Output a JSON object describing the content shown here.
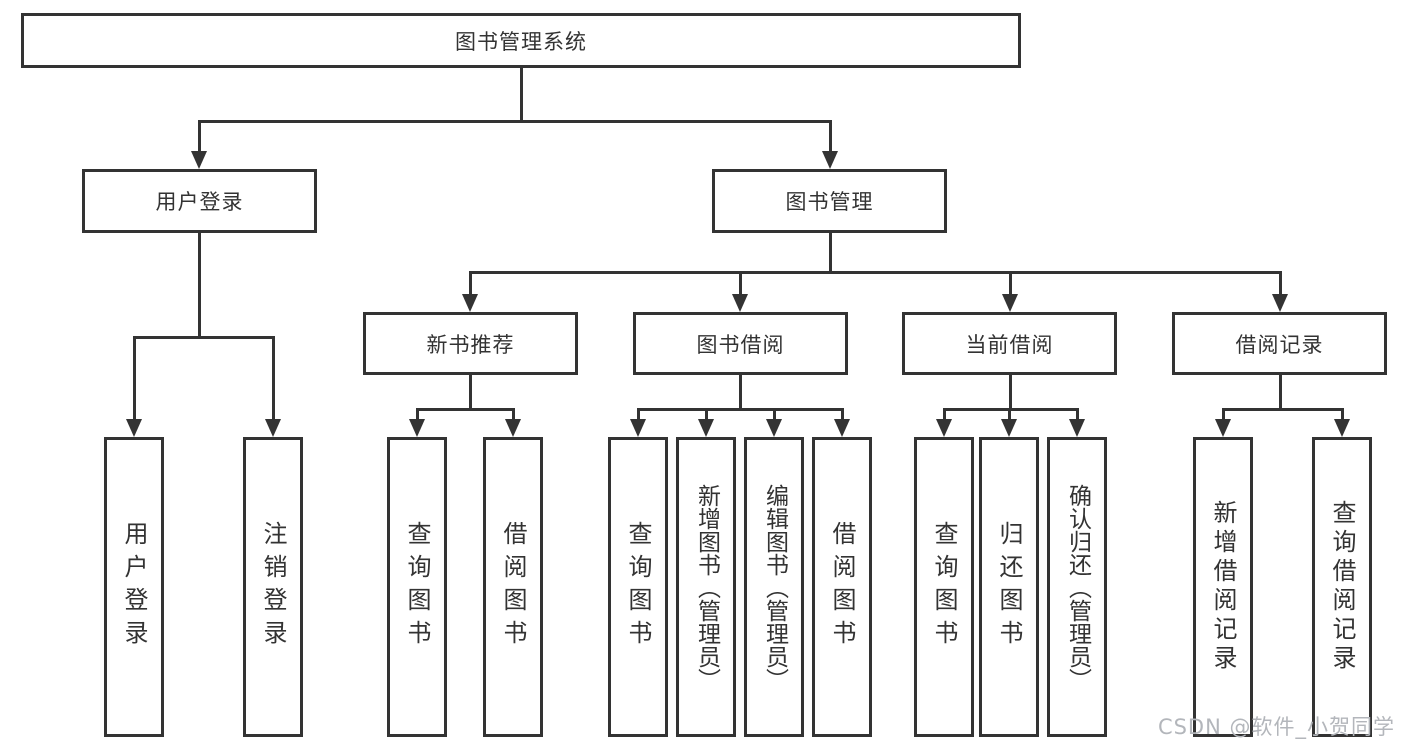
{
  "diagram": {
    "root": {
      "label": "图书管理系统"
    },
    "level2": [
      {
        "label": "用户登录"
      },
      {
        "label": "图书管理"
      }
    ],
    "level3": [
      {
        "label": "新书推荐"
      },
      {
        "label": "图书借阅"
      },
      {
        "label": "当前借阅"
      },
      {
        "label": "借阅记录"
      }
    ],
    "leaves": {
      "user_login": [
        {
          "label": "用户登录"
        },
        {
          "label": "注销登录"
        }
      ],
      "new_book": [
        {
          "label": "查询图书"
        },
        {
          "label": "借阅图书"
        }
      ],
      "book_borrow": [
        {
          "label": "查询图书"
        },
        {
          "label": "新增图书（管理员）"
        },
        {
          "label": "编辑图书（管理员）"
        },
        {
          "label": "借阅图书"
        }
      ],
      "current_borrow": [
        {
          "label": "查询图书"
        },
        {
          "label": "归还图书"
        },
        {
          "label": "确认归还（管理员）"
        }
      ],
      "borrow_record": [
        {
          "label": "新增借阅记录"
        },
        {
          "label": "查询借阅记录"
        }
      ]
    }
  },
  "watermark": {
    "text": "CSDN @软件_小贺同学"
  },
  "colors": {
    "line": "#333333",
    "text": "#333333",
    "wm": "#b3b6bb",
    "bg": "#ffffff"
  }
}
